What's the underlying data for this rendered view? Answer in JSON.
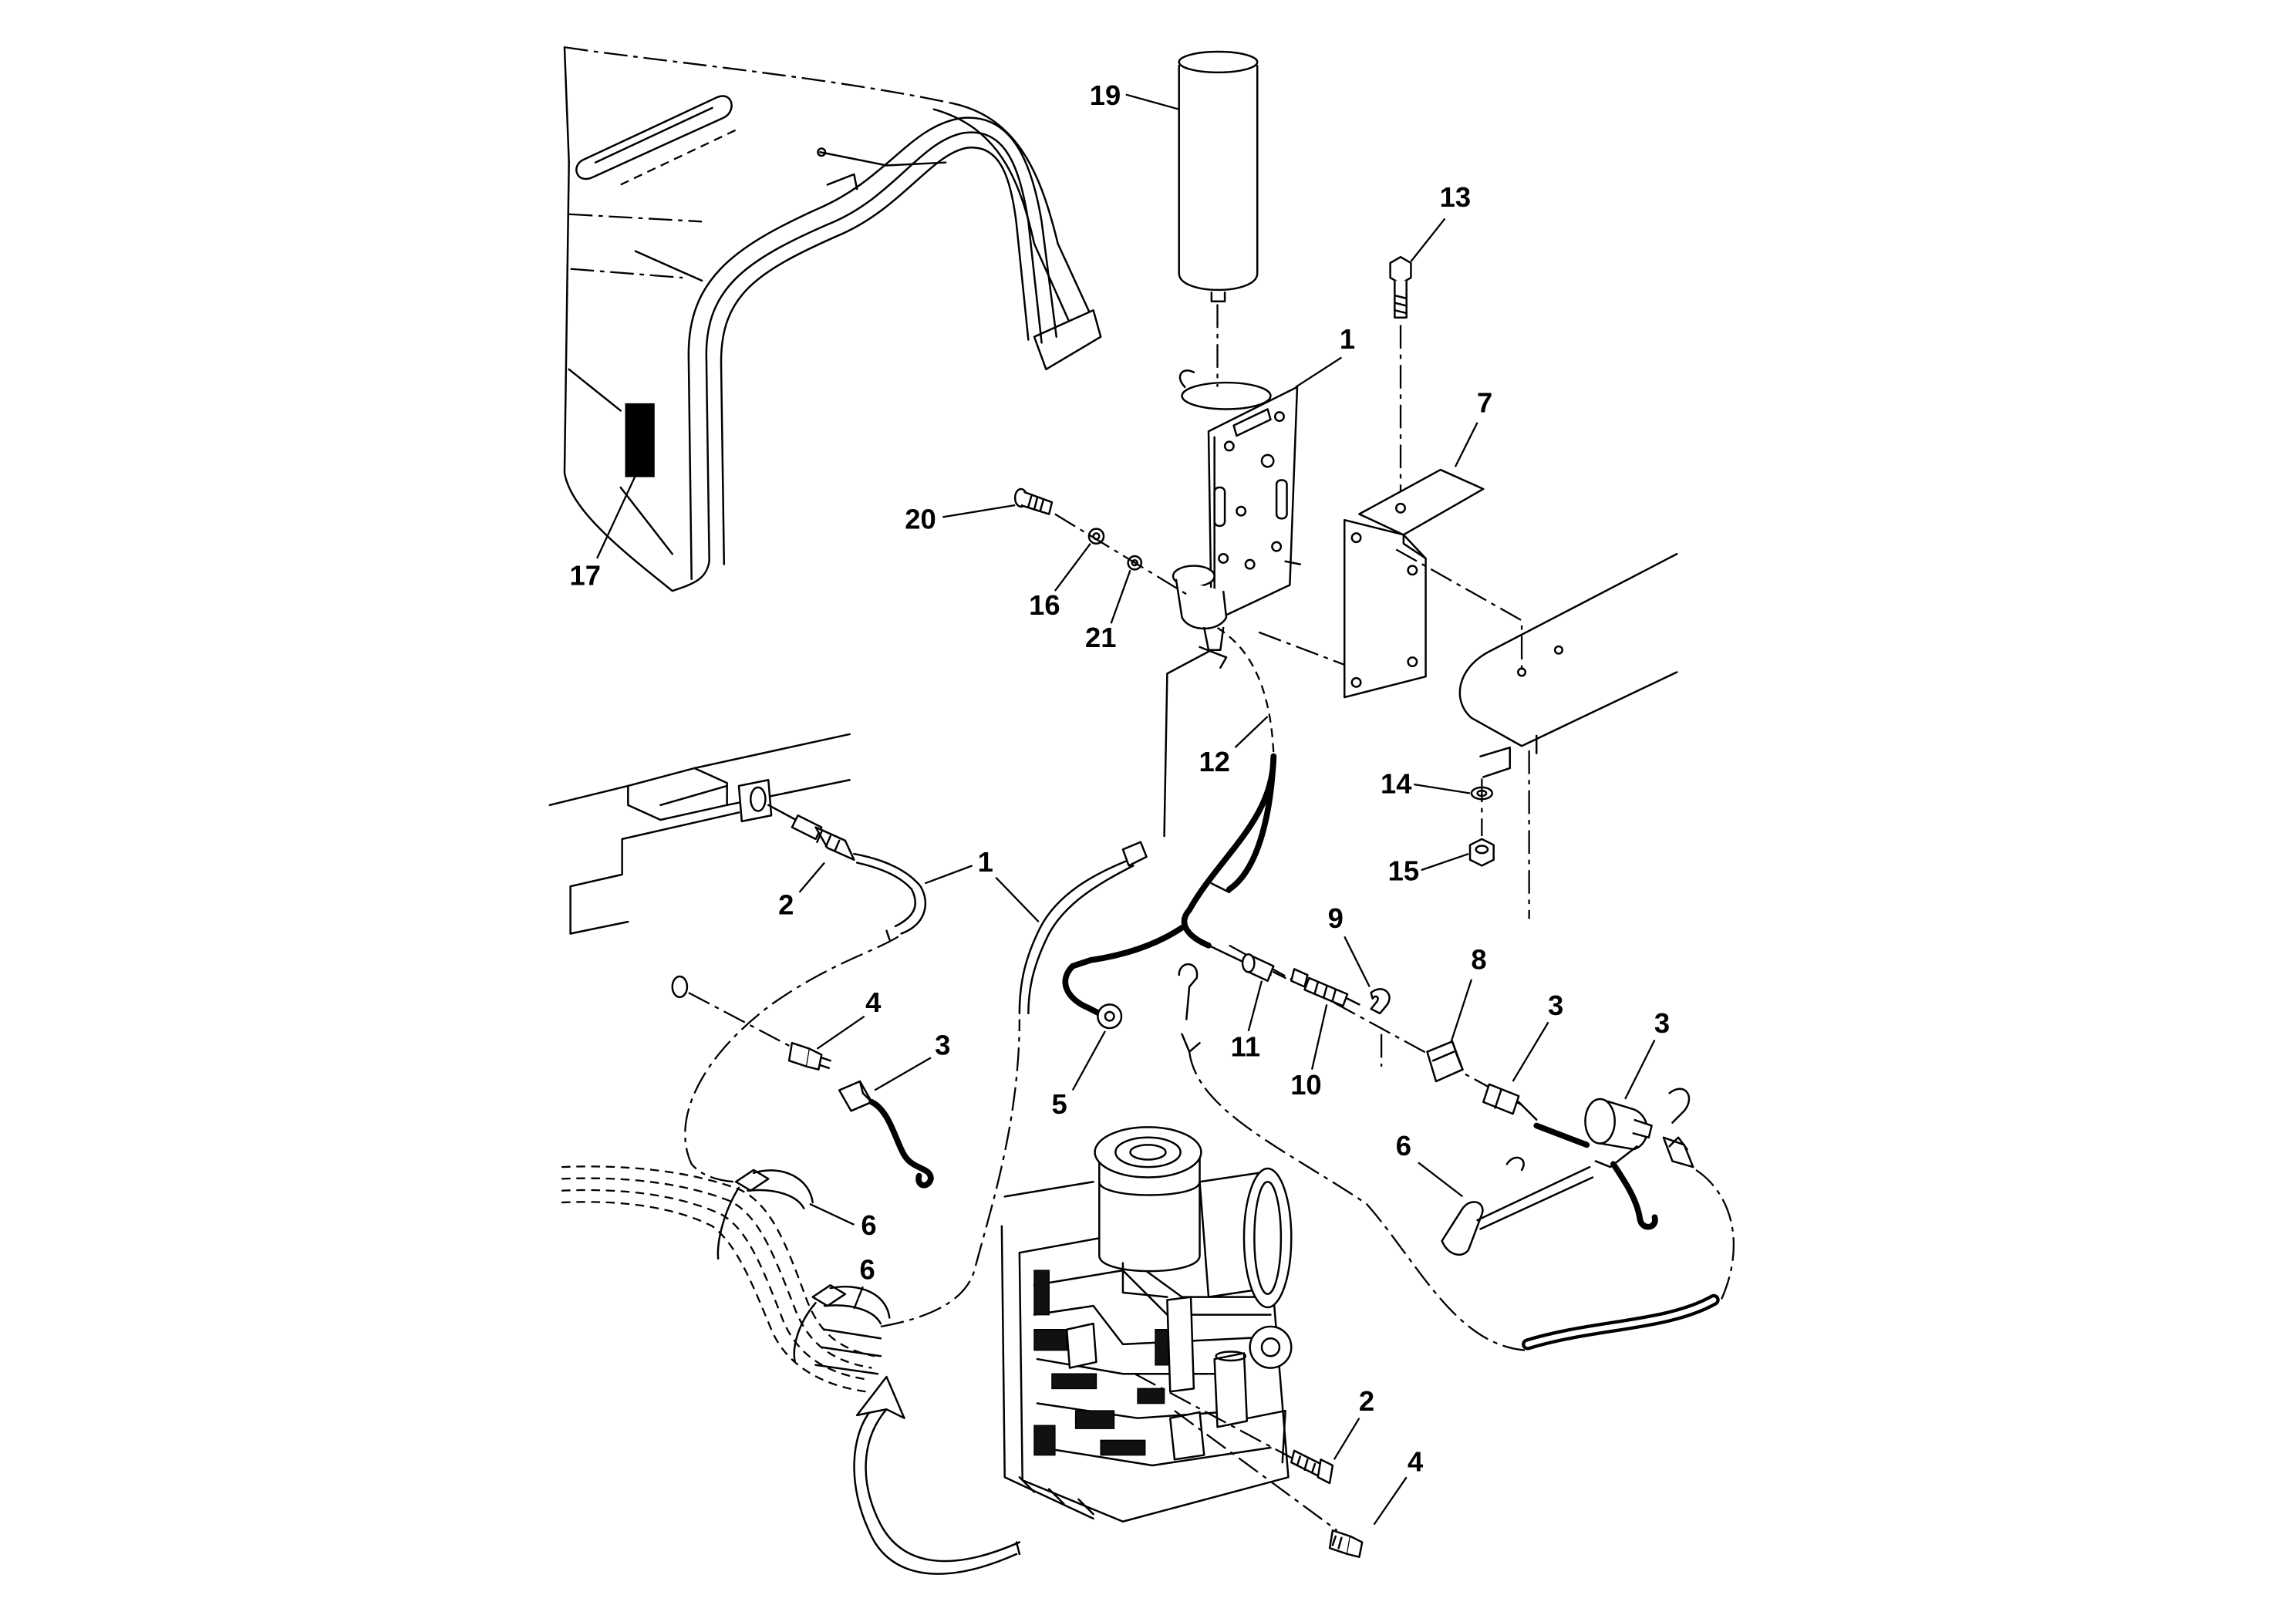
{
  "callouts": [
    "19",
    "13",
    "1",
    "7",
    "20",
    "16",
    "21",
    "17",
    "12",
    "14",
    "15",
    "1",
    "2",
    "9",
    "8",
    "3",
    "3",
    "4",
    "3",
    "11",
    "10",
    "5",
    "6",
    "6",
    "6",
    "2",
    "4"
  ]
}
